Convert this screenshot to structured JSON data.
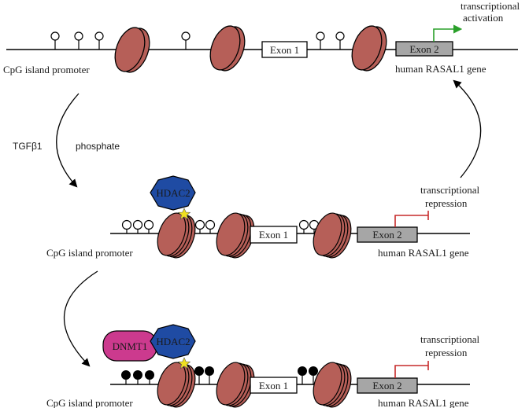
{
  "colors": {
    "nucleosome": "#b65f58",
    "hdac2": "#1f4ba3",
    "dnmt1": "#cc3a8e",
    "star": "#f0e020",
    "activation_arrow": "#2aa02a",
    "repression_arrow": "#c62a2a",
    "exon2_fill": "#a6a6a6",
    "methylated_cpg": "#000000"
  },
  "state_active": {
    "promoter_label": "CpG island promoter",
    "exon1_label": "Exon 1",
    "exon2_label": "Exon 2",
    "gene_label": "human RASAL1 gene",
    "activation_label": [
      "transcriptional",
      "activation"
    ]
  },
  "transition": {
    "stimulus_label": "TGFβ1",
    "modification_label": "phosphate"
  },
  "state_repressed": {
    "promoter_label": "CpG island promoter",
    "hdac_label": "HDAC2",
    "exon1_label": "Exon 1",
    "exon2_label": "Exon 2",
    "gene_label": "human RASAL1 gene",
    "repression_label": [
      "transcriptional",
      "repression"
    ]
  },
  "state_methylated": {
    "promoter_label": "CpG island promoter",
    "hdac_label": "HDAC2",
    "dnmt_label": "DNMT1",
    "exon1_label": "Exon 1",
    "exon2_label": "Exon 2",
    "gene_label": "human RASAL1 gene",
    "repression_label": [
      "transcriptional",
      "repression"
    ]
  }
}
